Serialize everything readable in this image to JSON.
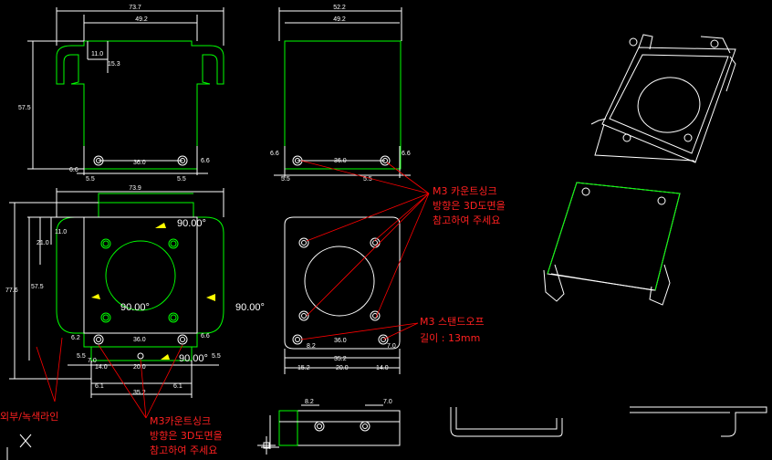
{
  "dims": {
    "top_width_outer": "73.7",
    "top_width_inner": "49.2",
    "side_width_outer": "52.2",
    "side_width_inner": "49.2",
    "d_110_a": "11.0",
    "d_153": "15.3",
    "d_575_a": "57.5",
    "d_360_a": "36.0",
    "d_66_a": "6.6",
    "d_66_b": "6.6",
    "d_55_a": "5.5",
    "d_55_b": "5.5",
    "d_66_c": "6.6",
    "d_360_b": "36.0",
    "d_66_d": "6.6",
    "d_55_c": "5.5",
    "d_55_d": "5.5",
    "d_739": "73.9",
    "d_210": "21.0",
    "d_110_b": "11.0",
    "d_776": "77.6",
    "d_575_b": "57.5",
    "d_62": "6.2",
    "d_360_c": "36.0",
    "d_66_e": "6.6",
    "d_55_e": "5.5",
    "d_55_f": "5.5",
    "d_70_a": "7.0",
    "d_140_a": "14.0",
    "d_200_a": "20.0",
    "d_61_a": "6.1",
    "d_61_b": "6.1",
    "d_352_a": "35.2",
    "d_82_a": "8.2",
    "d_70_b": "7.0",
    "d_360_d": "36.0",
    "d_352_b": "35.2",
    "d_152": "15.2",
    "d_200_b": "20.0",
    "d_140_b": "14.0",
    "d_82_b": "8.2",
    "d_70_c": "7.0"
  },
  "angles": {
    "a1": "90.00°",
    "a2": "90.00°",
    "a3": "90.00°",
    "a4": "90.00°"
  },
  "notes": {
    "countersink_right_1": "M3 카운트싱크",
    "countersink_right_2": "방향은 3D도면을",
    "countersink_right_3": "참고하여 주세요",
    "standoff_1": "M3  스탠드오프",
    "standoff_2": "길이 : 13mm",
    "outline_label": "외부/녹색라인",
    "countersink_left_1": "M3카운트싱크",
    "countersink_left_2": "방향은 3D도면을",
    "countersink_left_3": "참고하여 주세요"
  },
  "colors": {
    "background": "#000000",
    "part_outline": "#00ff00",
    "geometry": "#ffffff",
    "annotation": "#ff0000",
    "leader": "#ffff00"
  }
}
